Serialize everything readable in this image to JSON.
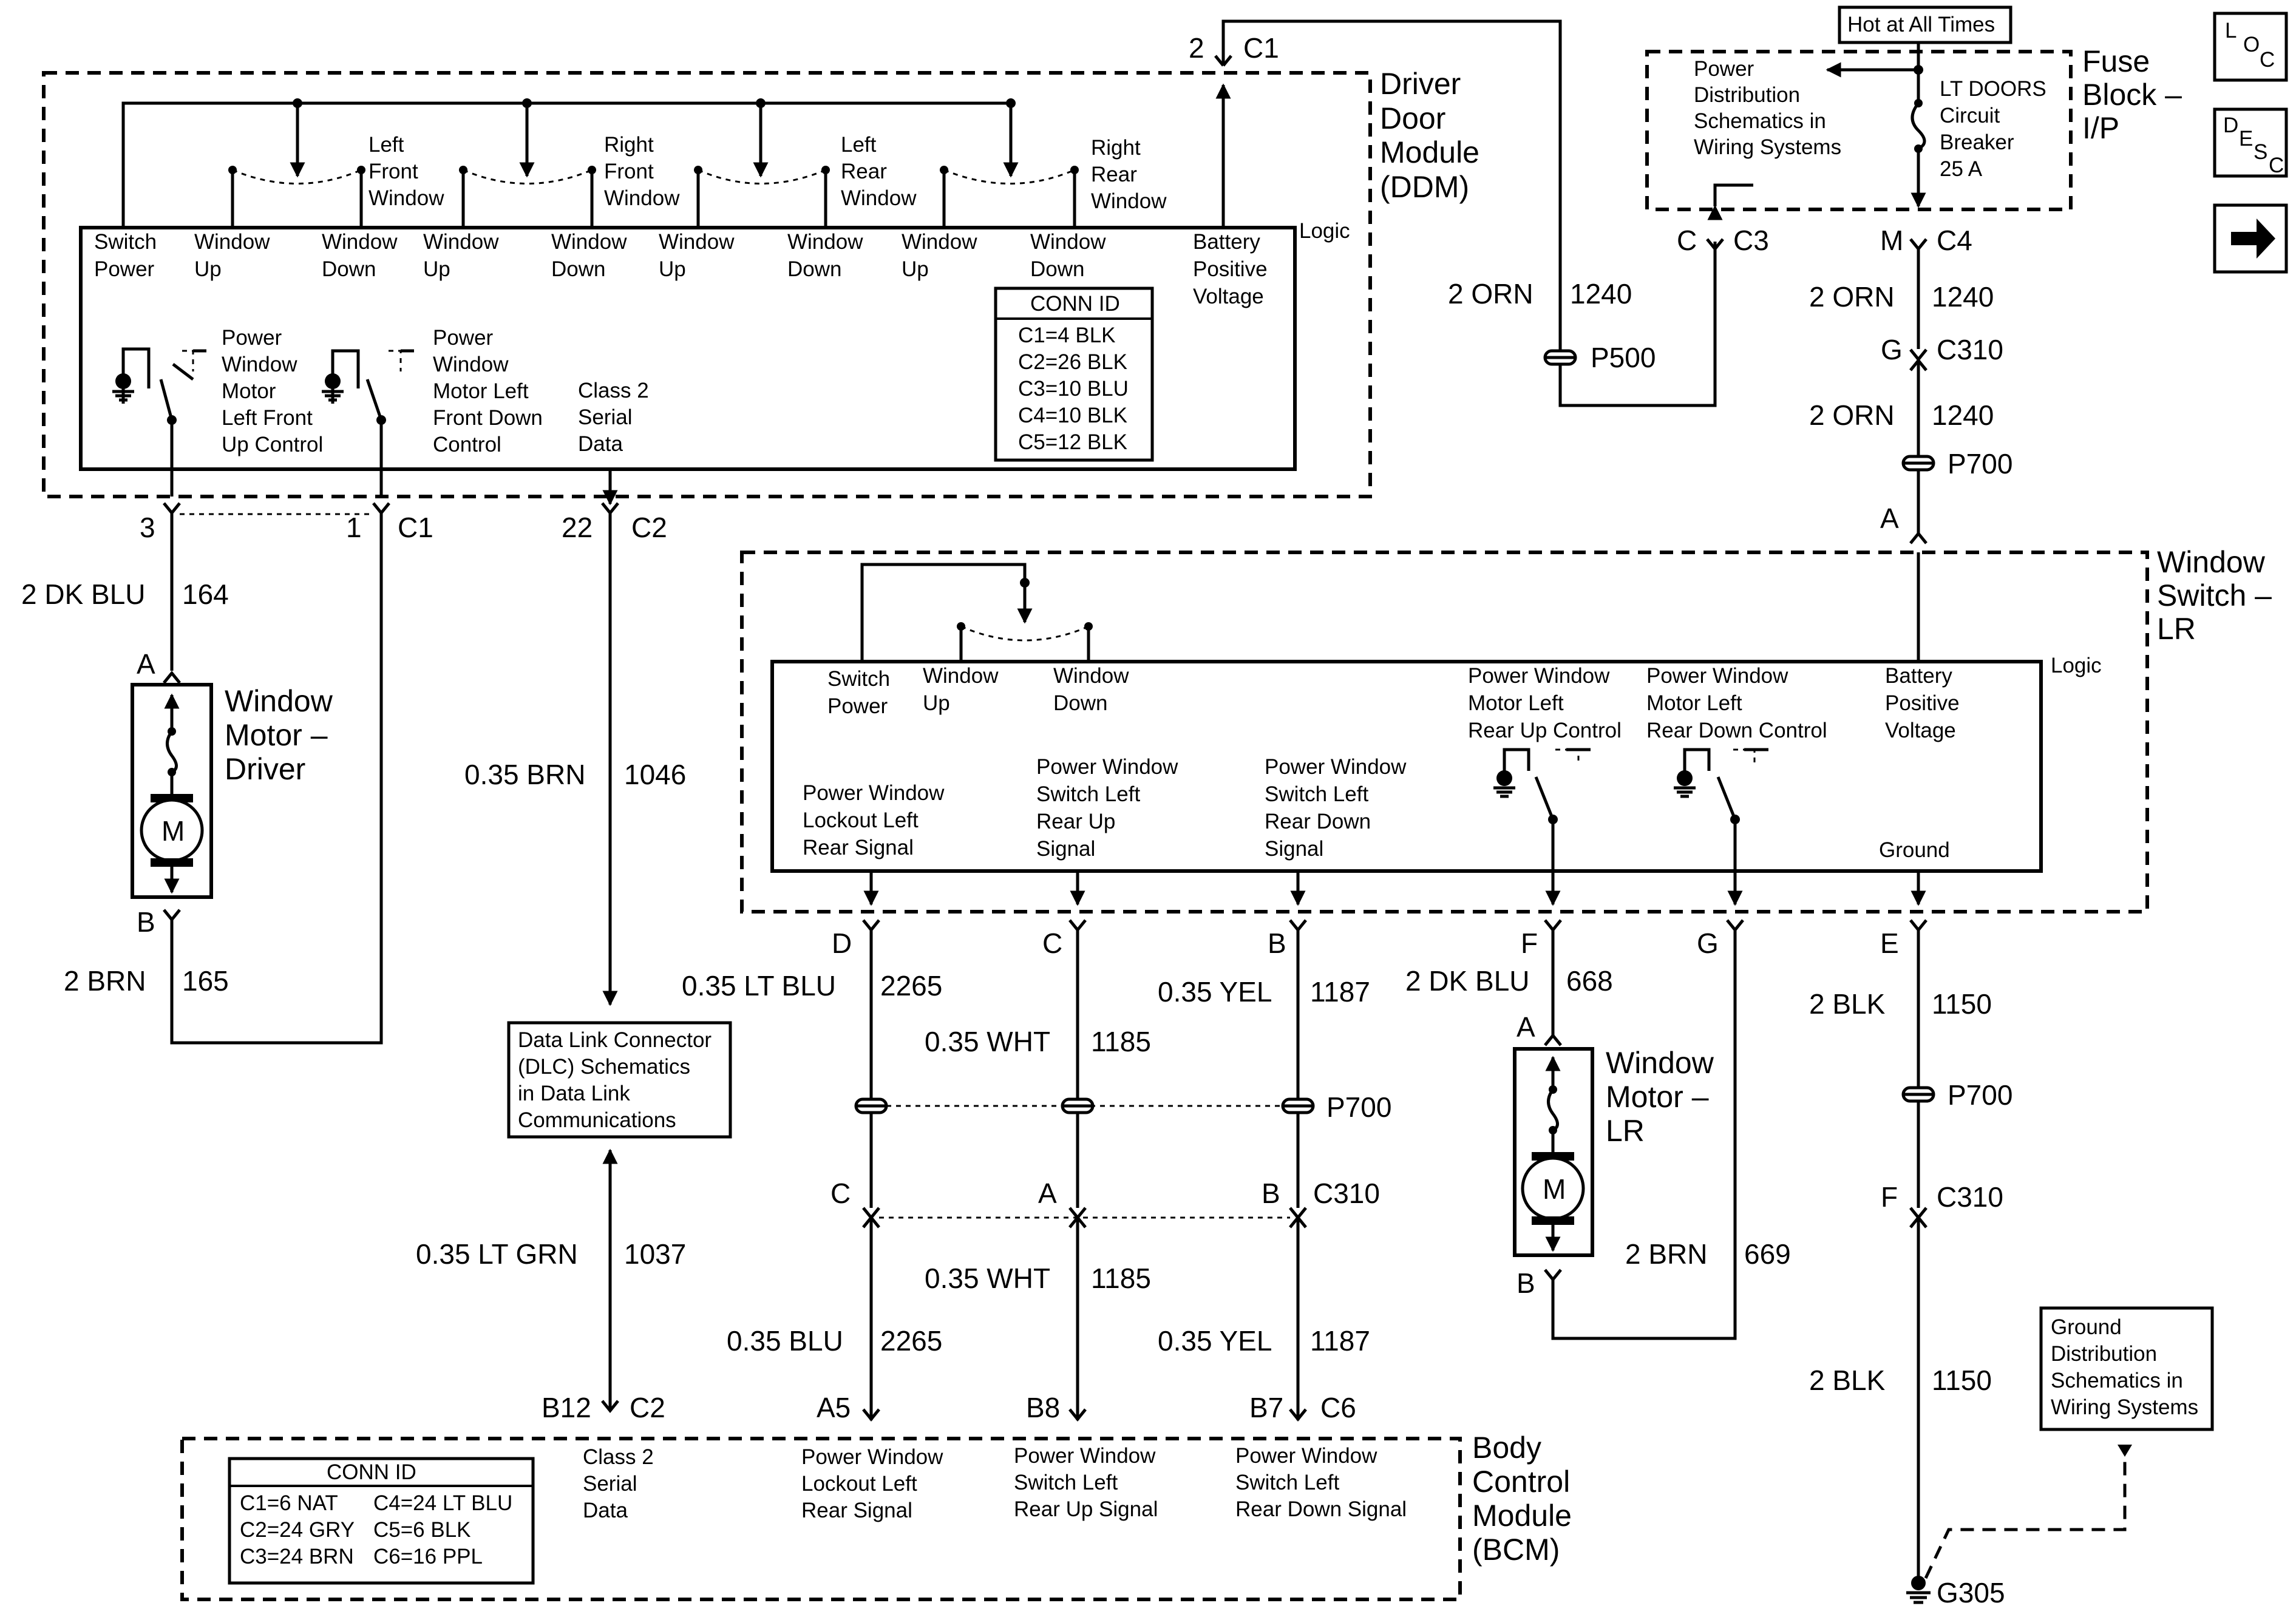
{
  "ddm": {
    "title": [
      "Driver",
      "Door",
      "Module",
      "(DDM)"
    ],
    "logic": "Logic",
    "pins": {
      "switch_power": [
        "Switch",
        "Power"
      ],
      "lf_up": [
        "Window",
        "Up"
      ],
      "lf_down": [
        "Window",
        "Down"
      ],
      "rf_up": [
        "Window",
        "Up"
      ],
      "rf_down": [
        "Window",
        "Down"
      ],
      "lr_up": [
        "Window",
        "Up"
      ],
      "lr_down": [
        "Window",
        "Down"
      ],
      "rr_up": [
        "Window",
        "Up"
      ],
      "rr_down": [
        "Window",
        "Down"
      ],
      "battery": [
        "Battery",
        "Positive",
        "Voltage"
      ]
    },
    "switch_groups": {
      "lf": [
        "Left",
        "Front",
        "Window"
      ],
      "rf": [
        "Right",
        "Front",
        "Window"
      ],
      "lr": [
        "Left",
        "Rear",
        "Window"
      ],
      "rr": [
        "Right",
        "Rear",
        "Window"
      ]
    },
    "up_control": [
      "Power",
      "Window",
      "Motor",
      "Left Front",
      "Up Control"
    ],
    "down_control": [
      "Power",
      "Window",
      "Motor Left",
      "Front Down",
      "Control"
    ],
    "serial": [
      "Class 2",
      "Serial",
      "Data"
    ],
    "conn_id": {
      "title": "CONN ID",
      "rows": [
        "C1=4 BLK",
        "C2=26 BLK",
        "C3=10 BLU",
        "C4=10 BLK",
        "C5=12 BLK"
      ]
    }
  },
  "fuse_block": {
    "title": [
      "Fuse",
      "Block –",
      "I/P"
    ],
    "hot": "Hot at All Times",
    "power_dist": [
      "Power",
      "Distribution",
      "Schematics in",
      "Wiring Systems"
    ],
    "breaker": [
      "LT DOORS",
      "Circuit",
      "Breaker",
      "25 A"
    ]
  },
  "nav_icons": {
    "loc": [
      "L",
      "O",
      "C"
    ],
    "desc": [
      "D",
      "E",
      "S",
      "C"
    ],
    "arrow": "right-arrow-icon"
  },
  "connectors": {
    "ddm_c1_top": [
      "2",
      "C1"
    ],
    "c3": [
      "C",
      "C3"
    ],
    "c4": [
      "M",
      "C4"
    ],
    "c310_top": [
      "G",
      "C310"
    ],
    "p700_top": "P700",
    "a_top": "A",
    "p500": "P500",
    "ddm_c1_pin3": "3",
    "ddm_c1_pin1": [
      "1",
      "C1"
    ],
    "ddm_c2_pin22": [
      "22",
      "C2"
    ],
    "motor_a": "A",
    "motor_b": "B",
    "lr_d": "D",
    "lr_c": "C",
    "lr_b": "B",
    "lr_f": "F",
    "lr_g": "G",
    "lr_e": "E",
    "mlr_a": "A",
    "mlr_b": "B",
    "p700_mid": "P700",
    "c310_mid": [
      "C",
      "A",
      "B",
      "C310"
    ],
    "p700_right": "P700",
    "c310_right": [
      "F",
      "C310"
    ],
    "bcm_pins": [
      "B12",
      "C2",
      "A5",
      "B8",
      "B7",
      "C6"
    ],
    "g305": "G305"
  },
  "wires": {
    "ddm_top_orn": [
      "2 ORN",
      "1240"
    ],
    "c4_orn": [
      "2 ORN",
      "1240"
    ],
    "c310_orn": [
      "2 ORN",
      "1240"
    ],
    "dk_blu_164": [
      "2 DK BLU",
      "164"
    ],
    "brn_165": [
      "2 BRN",
      "165"
    ],
    "brn_1046": [
      "0.35 BRN",
      "1046"
    ],
    "lt_grn_1037": [
      "0.35 LT GRN",
      "1037"
    ],
    "lt_blu_2265": [
      "0.35 LT BLU",
      "2265"
    ],
    "wht_1185_a": [
      "0.35 WHT",
      "1185"
    ],
    "yel_1187_a": [
      "0.35 YEL",
      "1187"
    ],
    "dk_blu_668": [
      "2 DK BLU",
      "668"
    ],
    "blk_1150_a": [
      "2 BLK",
      "1150"
    ],
    "wht_1185_b": [
      "0.35 WHT",
      "1185"
    ],
    "blu_2265": [
      "0.35 BLU",
      "2265"
    ],
    "yel_1187_b": [
      "0.35 YEL",
      "1187"
    ],
    "brn_669": [
      "2 BRN",
      "669"
    ],
    "blk_1150_b": [
      "2 BLK",
      "1150"
    ]
  },
  "motor_driver": {
    "title": [
      "Window",
      "Motor –",
      "Driver"
    ],
    "symbol": "M"
  },
  "motor_lr": {
    "title": [
      "Window",
      "Motor –",
      "LR"
    ],
    "symbol": "M"
  },
  "window_switch_lr": {
    "title": [
      "Window",
      "Switch –",
      "LR"
    ],
    "logic": "Logic",
    "switch_power": [
      "Switch",
      "Power"
    ],
    "up": [
      "Window",
      "Up"
    ],
    "down": [
      "Window",
      "Down"
    ],
    "up_control": [
      "Power Window",
      "Motor Left",
      "Rear Up Control"
    ],
    "down_control": [
      "Power Window",
      "Motor Left",
      "Rear Down Control"
    ],
    "battery": [
      "Battery",
      "Positive",
      "Voltage"
    ],
    "lockout": [
      "Power Window",
      "Lockout Left",
      "Rear Signal"
    ],
    "sw_up": [
      "Power Window",
      "Switch Left",
      "Rear Up",
      "Signal"
    ],
    "sw_down": [
      "Power Window",
      "Switch Left",
      "Rear Down",
      "Signal"
    ],
    "ground": "Ground"
  },
  "dlc": [
    "Data Link Connector",
    "(DLC) Schematics",
    "in Data Link",
    "Communications"
  ],
  "ground_dist": [
    "Ground",
    "Distribution",
    "Schematics in",
    "Wiring Systems"
  ],
  "bcm": {
    "title": [
      "Body",
      "Control",
      "Module",
      "(BCM)"
    ],
    "serial": [
      "Class 2",
      "Serial",
      "Data"
    ],
    "lockout": [
      "Power Window",
      "Lockout Left",
      "Rear Signal"
    ],
    "sw_up": [
      "Power Window",
      "Switch Left",
      "Rear Up Signal"
    ],
    "sw_down": [
      "Power Window",
      "Switch Left",
      "Rear Down Signal"
    ],
    "conn_id": {
      "title": "CONN ID",
      "left": [
        "C1=6 NAT",
        "C2=24 GRY",
        "C3=24 BRN"
      ],
      "right": [
        "C4=24 LT BLU",
        "C5=6 BLK",
        "C6=16 PPL"
      ]
    }
  }
}
